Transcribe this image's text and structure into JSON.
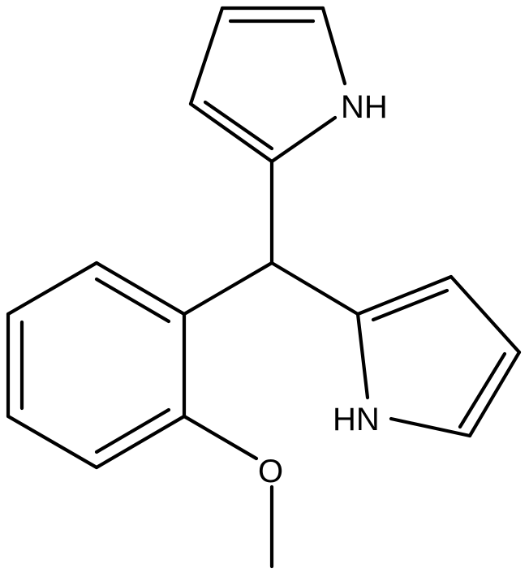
{
  "molecule": {
    "atom_labels": {
      "nh_upper": "NH",
      "nh_lower": "HN",
      "oxygen": "O"
    }
  },
  "colors": {
    "background": "#ffffff",
    "bond": "#000000",
    "text": "#000000"
  }
}
